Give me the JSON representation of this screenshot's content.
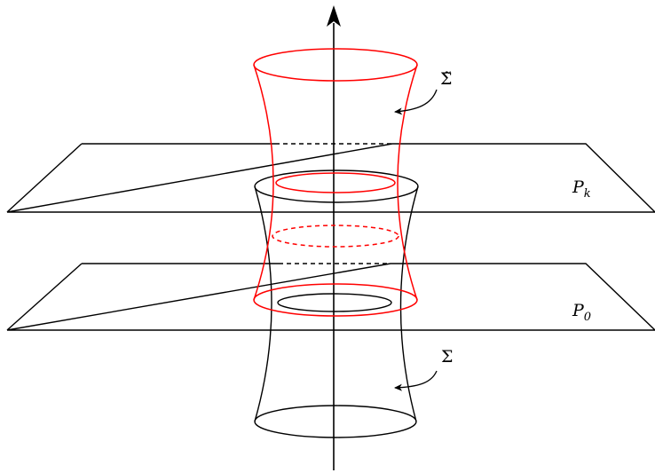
{
  "labels": {
    "sigma_tilde": "Σ̃",
    "sigma": "Σ",
    "plane_k_base": "P",
    "plane_k_sub": "k",
    "plane_0_base": "P",
    "plane_0_sub": "0"
  },
  "colors": {
    "surface_sigma": "#000000",
    "surface_sigma_tilde": "#ff0000",
    "planes": "#000000"
  }
}
